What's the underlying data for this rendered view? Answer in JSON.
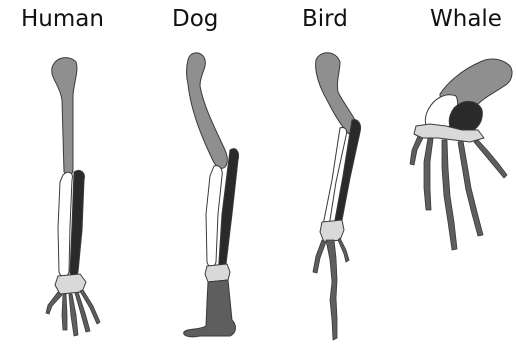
{
  "labels": {
    "human": "Human",
    "dog": "Dog",
    "bird": "Bird",
    "whale": "Whale"
  },
  "colors": {
    "humerus": "#8f8f8f",
    "radius": "#ffffff",
    "ulna": "#2a2a2a",
    "carpals": "#d9d9d9",
    "phalanges": "#5e5e5e",
    "outline": "#3a3a3a"
  }
}
